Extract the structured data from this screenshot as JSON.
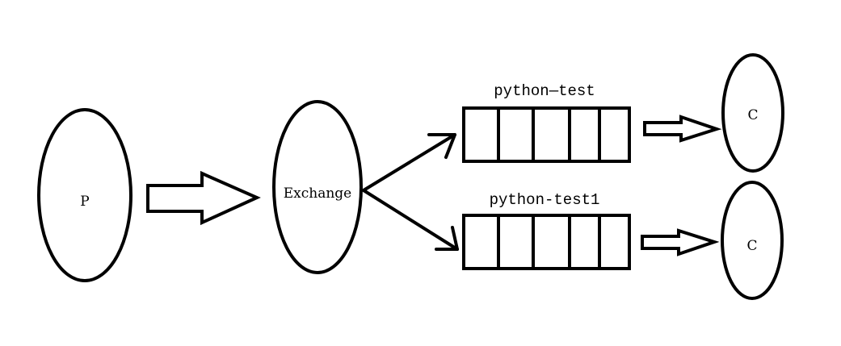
{
  "producer": {
    "label": "P"
  },
  "exchange": {
    "label": "Exchange"
  },
  "queues": [
    {
      "label": "python—test"
    },
    {
      "label": "python-test1"
    }
  ],
  "consumers": [
    {
      "label": "C"
    },
    {
      "label": "C"
    }
  ]
}
